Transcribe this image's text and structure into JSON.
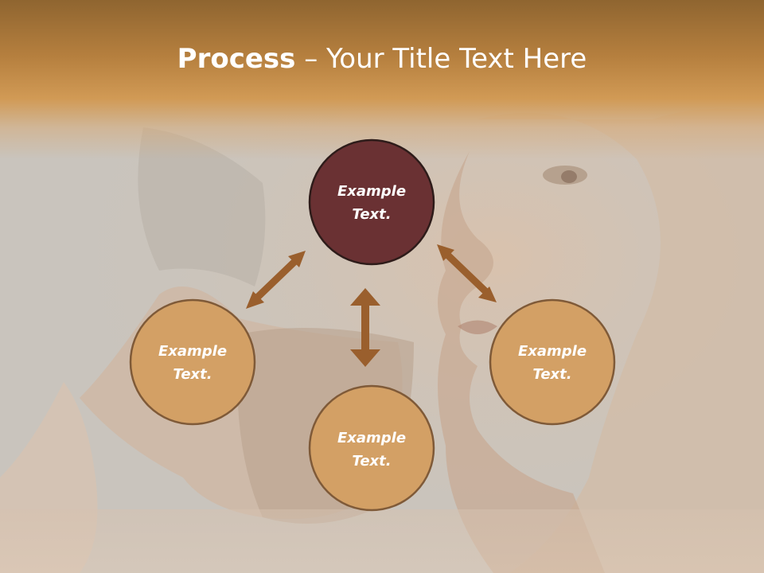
{
  "slide": {
    "title_bold": "Process",
    "title_separator": " – ",
    "title_rest": "Your Title Text Here"
  },
  "nodes": [
    {
      "id": "top",
      "line1": "Example",
      "line2": "Text.",
      "fill": "#6a3133"
    },
    {
      "id": "left",
      "line1": "Example",
      "line2": "Text.",
      "fill": "#d3a065"
    },
    {
      "id": "right",
      "line1": "Example",
      "line2": "Text.",
      "fill": "#d3a065"
    },
    {
      "id": "bottom",
      "line1": "Example",
      "line2": "Text.",
      "fill": "#d3a065"
    }
  ],
  "colors": {
    "arrow": "#9a5f2d",
    "node_border": "#7f5a38",
    "accent_node": "#6a3133",
    "light_node": "#d3a065",
    "title_band": "#b57f3e"
  },
  "icons": {
    "arrows": [
      "double-headed-arrow-top-left",
      "double-headed-arrow-top-right",
      "double-headed-arrow-vertical"
    ]
  }
}
